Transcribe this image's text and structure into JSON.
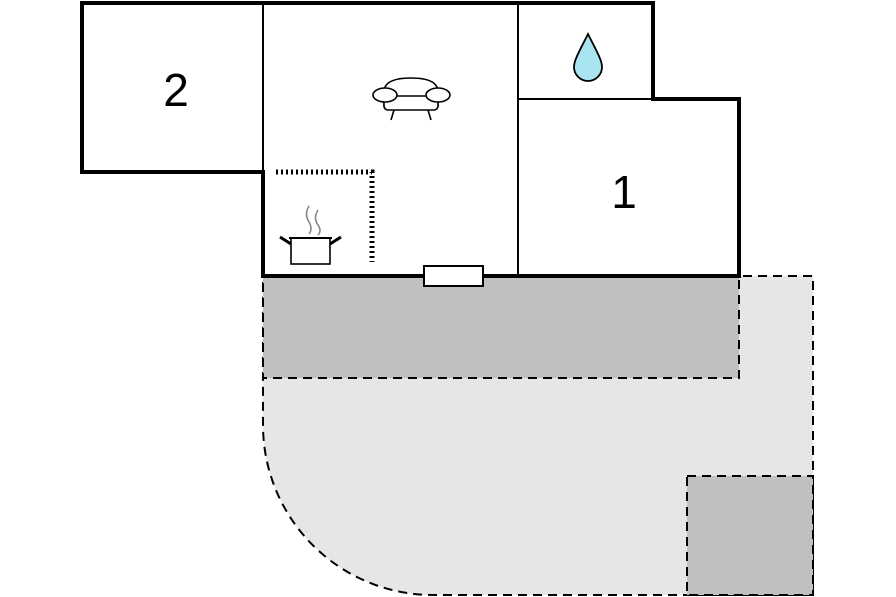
{
  "rooms": [
    {
      "id": "bedroom-2",
      "label": "2"
    },
    {
      "id": "bedroom-1",
      "label": "1"
    }
  ],
  "icons": {
    "living": "sofa-icon",
    "kitchen": "cooking-pot-icon",
    "bathroom": "water-drop-icon",
    "entrance": "door-icon"
  },
  "colors": {
    "wall": "#000000",
    "terrace": "#e6e6e6",
    "covered_terrace": "#c0c0c0",
    "water": "#a9e4f0",
    "background": "#ffffff"
  }
}
